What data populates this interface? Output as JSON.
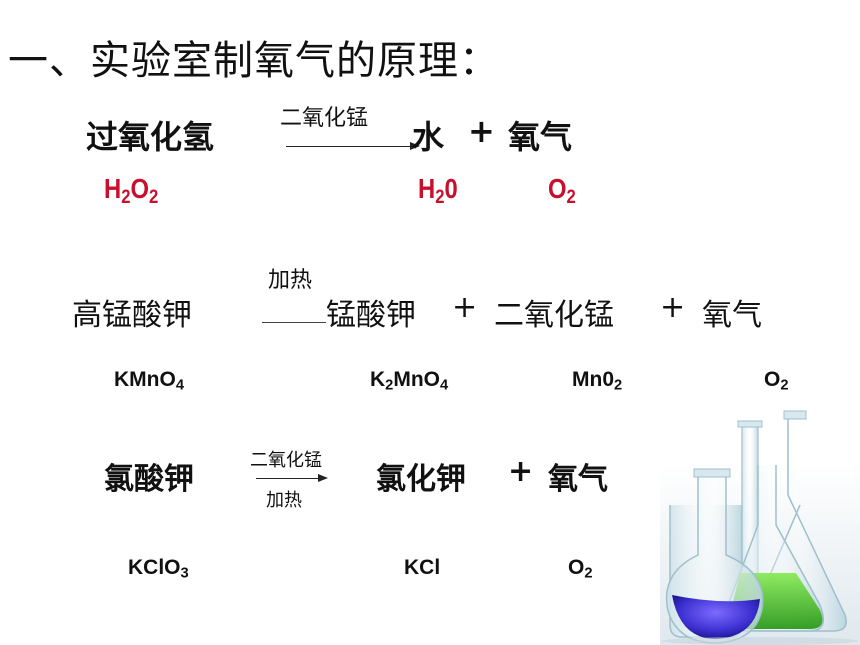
{
  "title": "一、实验室制氧气的原理：",
  "reaction1": {
    "reactant": "过氧化氢",
    "condition_top": "二氧化锰",
    "product1": "水",
    "plus": "+",
    "product2": "氧气",
    "formula_reactant": {
      "base": "H",
      "sub1": "2",
      "mid": "O",
      "sub2": "2"
    },
    "formula_product1": {
      "base": "H",
      "sub1": "2",
      "mid": "0"
    },
    "formula_product2": {
      "base": "O",
      "sub1": "2"
    }
  },
  "reaction2": {
    "reactant": "高锰酸钾",
    "condition_top": "加热",
    "product1": "锰酸钾",
    "plus1": "+",
    "product2": "二氧化锰",
    "plus2": "+",
    "product3": "氧气",
    "formula_reactant": {
      "base": "KMnO",
      "sub1": "4"
    },
    "formula_product1": {
      "a": "K",
      "sub1": "2",
      "b": "MnO",
      "sub2": "4"
    },
    "formula_product2": {
      "base": "Mn0",
      "sub1": "2"
    },
    "formula_product3": {
      "base": "O",
      "sub1": "2"
    }
  },
  "reaction3": {
    "reactant": "氯酸钾",
    "condition_top": "二氧化锰",
    "condition_bottom": "加热",
    "product1": "氯化钾",
    "plus": "+",
    "product2": "氧气",
    "formula_reactant": {
      "base": "KClO",
      "sub1": "3"
    },
    "formula_product1": {
      "base": "KCl"
    },
    "formula_product2": {
      "base": "O",
      "sub1": "2"
    }
  },
  "colors": {
    "formula_red": "#c8102e",
    "liquid_blue": "#3b2fd0",
    "liquid_green": "#3fbf2a"
  },
  "image": {
    "icon": "lab-glassware-illustration"
  }
}
